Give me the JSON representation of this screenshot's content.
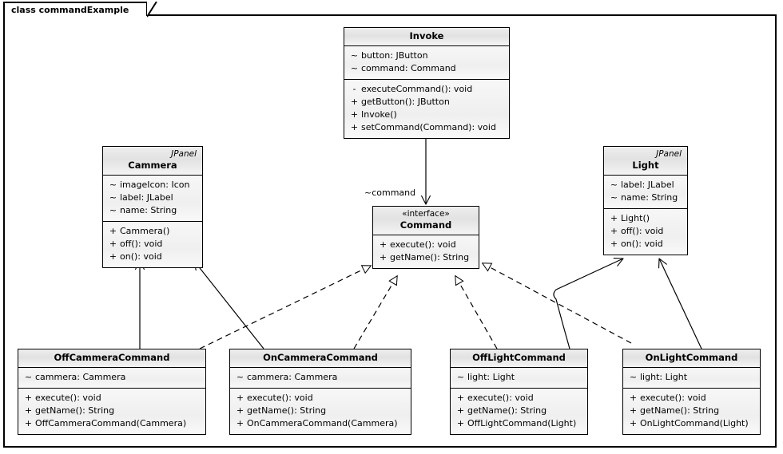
{
  "frame": {
    "label": "class commandExample"
  },
  "classes": [
    {
      "id": "invoke",
      "name": "Invoke",
      "stereotype": "",
      "attributes": [
        {
          "vis": "~",
          "text": "button: JButton"
        },
        {
          "vis": "~",
          "text": "command: Command"
        }
      ],
      "operations": [
        {
          "vis": "-",
          "text": "executeCommand(): void"
        },
        {
          "vis": "+",
          "text": "getButton(): JButton"
        },
        {
          "vis": "+",
          "text": "Invoke()"
        },
        {
          "vis": "+",
          "text": "setCommand(Command): void"
        }
      ]
    },
    {
      "id": "cammera",
      "name": "Cammera",
      "stereotype": "JPanel",
      "attributes": [
        {
          "vis": "~",
          "text": "imageIcon: Icon"
        },
        {
          "vis": "~",
          "text": "label: JLabel"
        },
        {
          "vis": "~",
          "text": "name: String"
        }
      ],
      "operations": [
        {
          "vis": "+",
          "text": "Cammera()"
        },
        {
          "vis": "+",
          "text": "off(): void"
        },
        {
          "vis": "+",
          "text": "on(): void"
        }
      ]
    },
    {
      "id": "command",
      "name": "Command",
      "stereotype": "«interface»",
      "attributes": [],
      "operations": [
        {
          "vis": "+",
          "text": "execute(): void"
        },
        {
          "vis": "+",
          "text": "getName(): String"
        }
      ]
    },
    {
      "id": "light",
      "name": "Light",
      "stereotype": "JPanel",
      "attributes": [
        {
          "vis": "~",
          "text": "label: JLabel"
        },
        {
          "vis": "~",
          "text": "name: String"
        }
      ],
      "operations": [
        {
          "vis": "+",
          "text": "Light()"
        },
        {
          "vis": "+",
          "text": "off(): void"
        },
        {
          "vis": "+",
          "text": "on(): void"
        }
      ]
    },
    {
      "id": "offcammeracommand",
      "name": "OffCammeraCommand",
      "stereotype": "",
      "attributes": [
        {
          "vis": "~",
          "text": "cammera: Cammera"
        }
      ],
      "operations": [
        {
          "vis": "+",
          "text": "execute(): void"
        },
        {
          "vis": "+",
          "text": "getName(): String"
        },
        {
          "vis": "+",
          "text": "OffCammeraCommand(Cammera)"
        }
      ]
    },
    {
      "id": "oncammeracommand",
      "name": "OnCammeraCommand",
      "stereotype": "",
      "attributes": [
        {
          "vis": "~",
          "text": "cammera: Cammera"
        }
      ],
      "operations": [
        {
          "vis": "+",
          "text": "execute(): void"
        },
        {
          "vis": "+",
          "text": "getName(): String"
        },
        {
          "vis": "+",
          "text": "OnCammeraCommand(Cammera)"
        }
      ]
    },
    {
      "id": "offlightcommand",
      "name": "OffLightCommand",
      "stereotype": "",
      "attributes": [
        {
          "vis": "~",
          "text": "light: Light"
        }
      ],
      "operations": [
        {
          "vis": "+",
          "text": "execute(): void"
        },
        {
          "vis": "+",
          "text": "getName(): String"
        },
        {
          "vis": "+",
          "text": "OffLightCommand(Light)"
        }
      ]
    },
    {
      "id": "onlightcommand",
      "name": "OnLightCommand",
      "stereotype": "",
      "attributes": [
        {
          "vis": "~",
          "text": "light: Light"
        }
      ],
      "operations": [
        {
          "vis": "+",
          "text": "execute(): void"
        },
        {
          "vis": "+",
          "text": "getName(): String"
        },
        {
          "vis": "+",
          "text": "OnLightCommand(Light)"
        }
      ]
    }
  ],
  "relationships": [
    {
      "id": "invoke-command",
      "from": "Invoke",
      "to": "Command",
      "type": "association",
      "label": "~command"
    },
    {
      "id": "offcammeracommand-cammera",
      "from": "OffCammeraCommand",
      "to": "Cammera",
      "type": "association",
      "label": ""
    },
    {
      "id": "oncammeracommand-cammera",
      "from": "OnCammeraCommand",
      "to": "Cammera",
      "type": "association",
      "label": ""
    },
    {
      "id": "offlightcommand-light",
      "from": "OffLightCommand",
      "to": "Light",
      "type": "association",
      "label": ""
    },
    {
      "id": "onlightcommand-light",
      "from": "OnLightCommand",
      "to": "Light",
      "type": "association",
      "label": ""
    },
    {
      "id": "offcammeracommand-command",
      "from": "OffCammeraCommand",
      "to": "Command",
      "type": "realization",
      "label": ""
    },
    {
      "id": "oncammeracommand-command",
      "from": "OnCammeraCommand",
      "to": "Command",
      "type": "realization",
      "label": ""
    },
    {
      "id": "offlightcommand-command",
      "from": "OffLightCommand",
      "to": "Command",
      "type": "realization",
      "label": ""
    },
    {
      "id": "onlightcommand-command",
      "from": "OnLightCommand",
      "to": "Command",
      "type": "realization",
      "label": ""
    }
  ],
  "colors": {
    "line": "#000000",
    "header_fill": "#e8e8e8",
    "body_fill": "#f4f4f4",
    "canvas": "#ffffff"
  }
}
